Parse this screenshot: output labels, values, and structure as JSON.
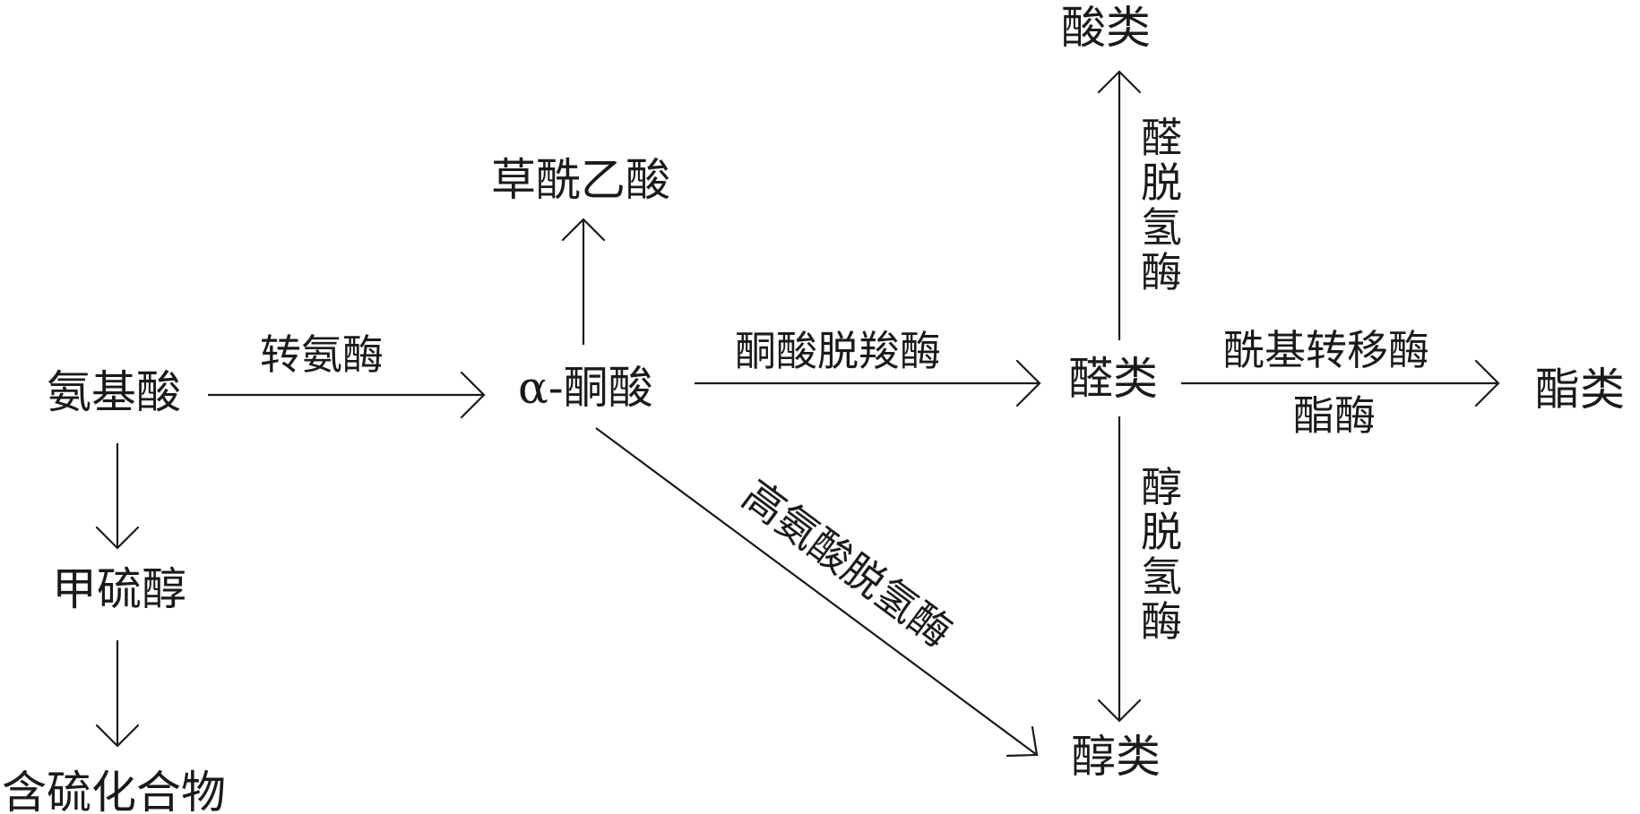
{
  "nodes": {
    "amino_acid": "氨基酸",
    "alpha_keto_acid": "α-酮酸",
    "oxaloacetic_acid": "草酰乙酸",
    "aldehydes": "醛类",
    "acids": "酸类",
    "esters": "酯类",
    "alcohols": "醇类",
    "methanethiol": "甲硫醇",
    "sulfur_compounds": "含硫化合物"
  },
  "edges": {
    "transaminase": "转氨酶",
    "keto_acid_decarboxylase": "酮酸脱羧酶",
    "aldehyde_dehydrogenase": [
      "醛",
      "脱",
      "氢",
      "酶"
    ],
    "alcohol_dehydrogenase": [
      "醇",
      "脱",
      "氢",
      "酶"
    ],
    "acyltransferase": "酰基转移酶",
    "esterase": "酯酶",
    "diagonal_enzyme": "高氨酸脱氢酶"
  }
}
